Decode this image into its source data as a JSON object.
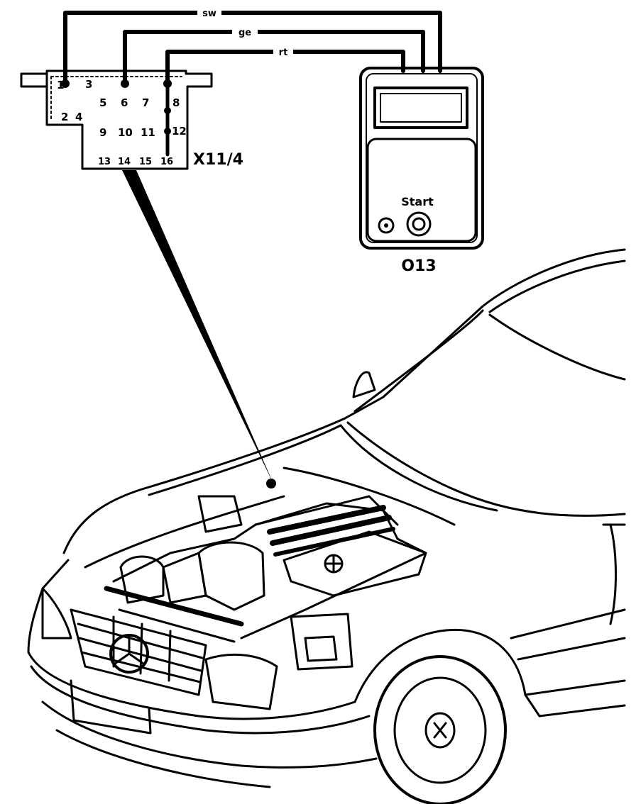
{
  "diagram": {
    "wires": [
      {
        "id": "sw",
        "label": "sw"
      },
      {
        "id": "ge",
        "label": "ge"
      },
      {
        "id": "rt",
        "label": "rt"
      }
    ],
    "connector": {
      "label": "X11/4",
      "pins": [
        "1",
        "2",
        "3",
        "4",
        "5",
        "6",
        "7",
        "8",
        "9",
        "10",
        "11",
        "12",
        "13",
        "14",
        "15",
        "16"
      ]
    },
    "tester": {
      "label": "O13",
      "button_label": "Start"
    }
  }
}
